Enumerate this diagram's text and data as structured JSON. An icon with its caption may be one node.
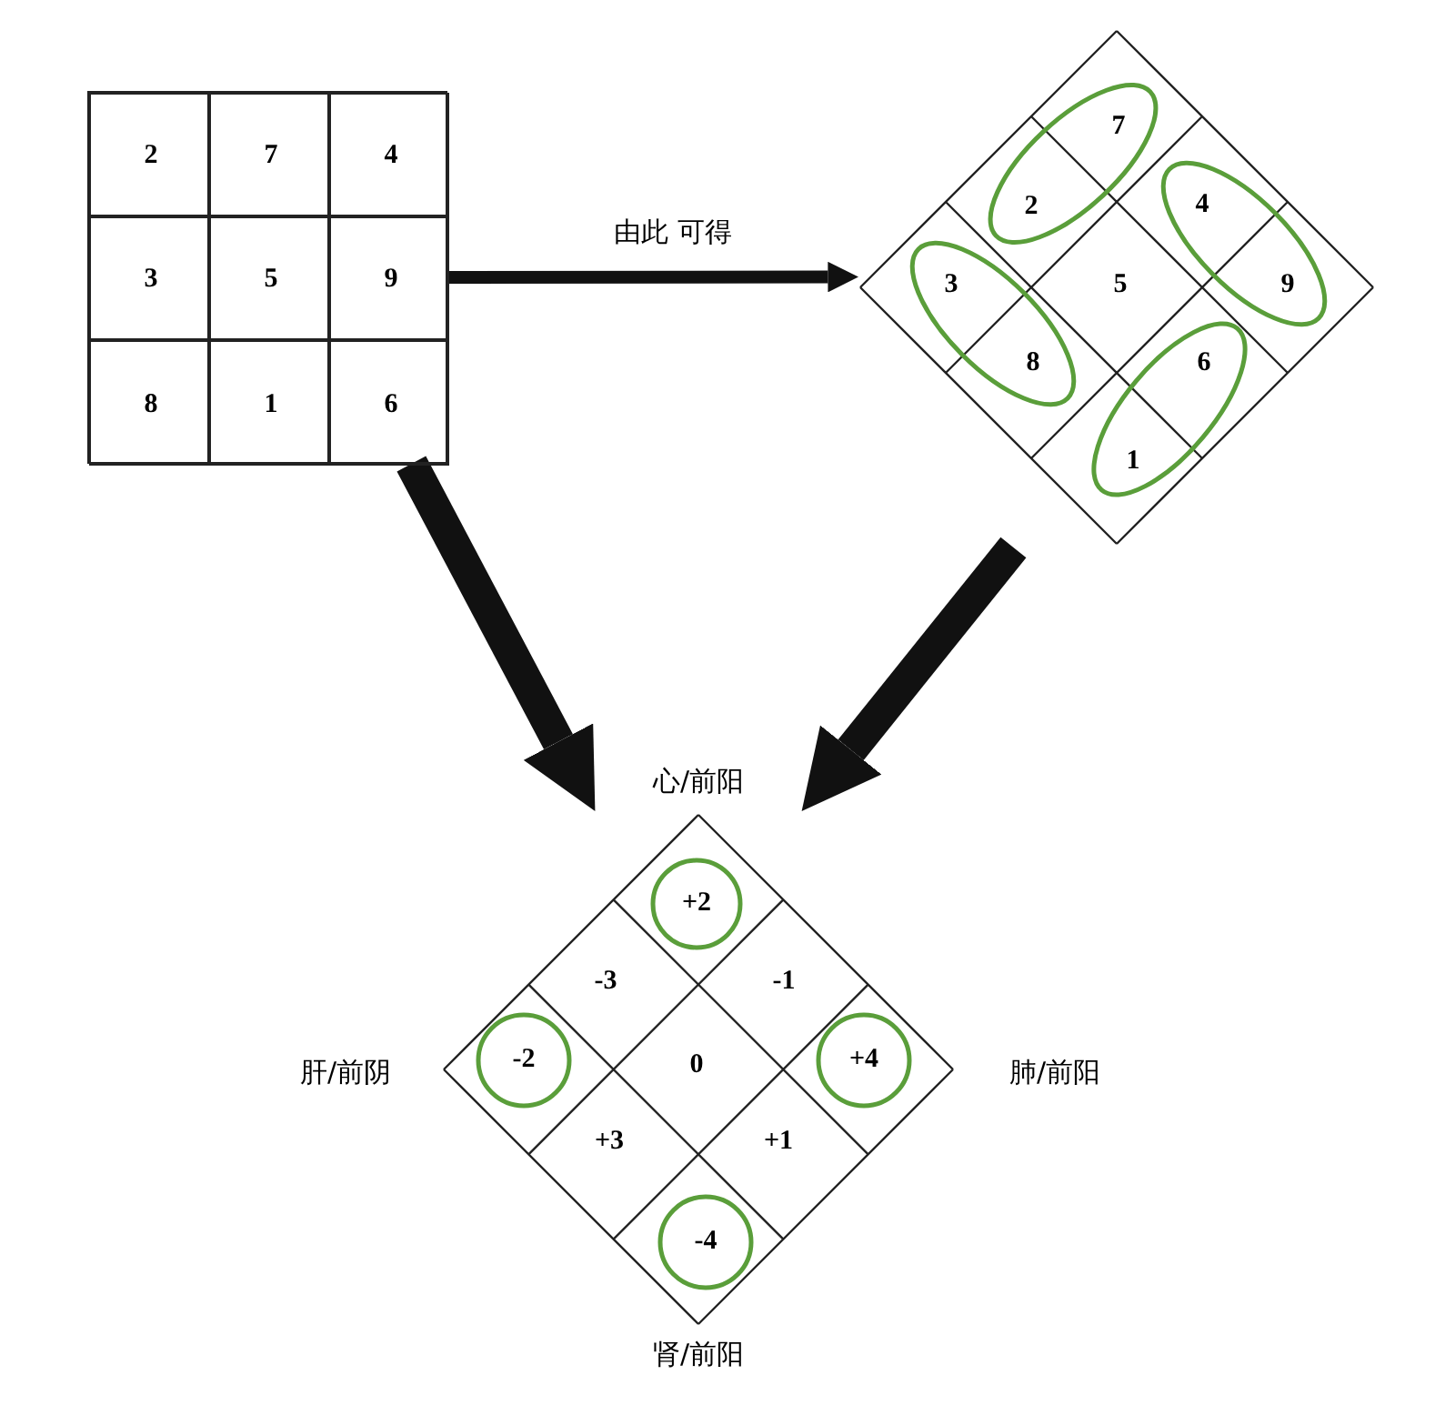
{
  "diagram": {
    "nodes": [
      {
        "text": [],
        "shape": "box"
      },
      {
        "text": [
          "2"
        ],
        "in": 0
      },
      {
        "text": [
          "7"
        ],
        "in": 0
      },
      {
        "text": [
          "4"
        ],
        "in": 0
      },
      {
        "text": [
          "3"
        ],
        "in": 0
      },
      {
        "text": [
          "5"
        ],
        "in": 0
      },
      {
        "text": [
          "9"
        ],
        "in": 0
      },
      {
        "text": [
          "8"
        ],
        "in": 0
      },
      {
        "text": [
          "1"
        ],
        "in": 0
      },
      {
        "text": [
          "6"
        ],
        "in": 0
      },
      {
        "text": [],
        "shape": "diamond"
      },
      {
        "text": [
          "7",
          "2"
        ],
        "in": 10
      },
      {
        "text": [
          "4",
          "9"
        ],
        "in": 10
      },
      {
        "text": [
          "3",
          "8"
        ],
        "in": 10
      },
      {
        "text": [
          "5"
        ],
        "in": 10
      },
      {
        "text": [
          "6",
          "1"
        ],
        "in": 10
      },
      {
        "text": [],
        "shape": "diamond"
      },
      {
        "text": [
          "+2"
        ],
        "in": 16
      },
      {
        "text": [
          "-3"
        ],
        "in": 16
      },
      {
        "text": [
          "-1"
        ],
        "in": 16
      },
      {
        "text": [
          "-2"
        ],
        "in": 16
      },
      {
        "text": [
          "0"
        ],
        "in": 16
      },
      {
        "text": [
          "+4"
        ],
        "in": 16
      },
      {
        "text": [
          "+3"
        ],
        "in": 16
      },
      {
        "text": [
          "+1"
        ],
        "in": 16
      },
      {
        "text": [
          "-4"
        ],
        "in": 16
      }
    ],
    "edges": [
      {
        "from": 0,
        "to": 10,
        "arrow": "to",
        "label": "由此 可得"
      },
      {
        "from": 0,
        "to": 16,
        "arrow": "to"
      },
      {
        "from": 10,
        "to": 16,
        "arrow": "to"
      }
    ],
    "labels": [
      "心/前阳",
      "肝/前阴",
      "肺/前阳",
      "肾/前阳"
    ]
  }
}
